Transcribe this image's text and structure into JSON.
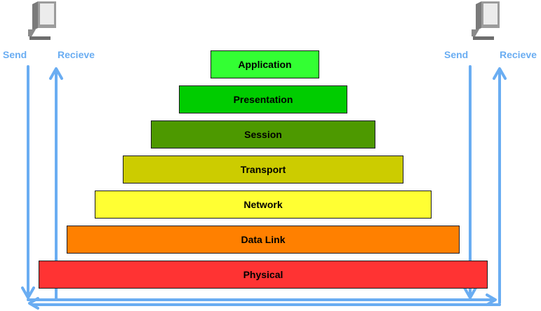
{
  "layers": [
    {
      "label": "Application",
      "color": "#33ff33"
    },
    {
      "label": "Presentation",
      "color": "#00cc00"
    },
    {
      "label": "Session",
      "color": "#4d9900"
    },
    {
      "label": "Transport",
      "color": "#cccc00"
    },
    {
      "label": "Network",
      "color": "#ffff33"
    },
    {
      "label": "Data Link",
      "color": "#ff8000"
    },
    {
      "label": "Physical",
      "color": "#ff3333"
    }
  ],
  "left_host": {
    "send_label": "Send",
    "receive_label": "Recieve",
    "icon": "computer-icon"
  },
  "right_host": {
    "send_label": "Send",
    "receive_label": "Recieve",
    "icon": "computer-icon"
  },
  "arrow_color": "#6aadf2"
}
